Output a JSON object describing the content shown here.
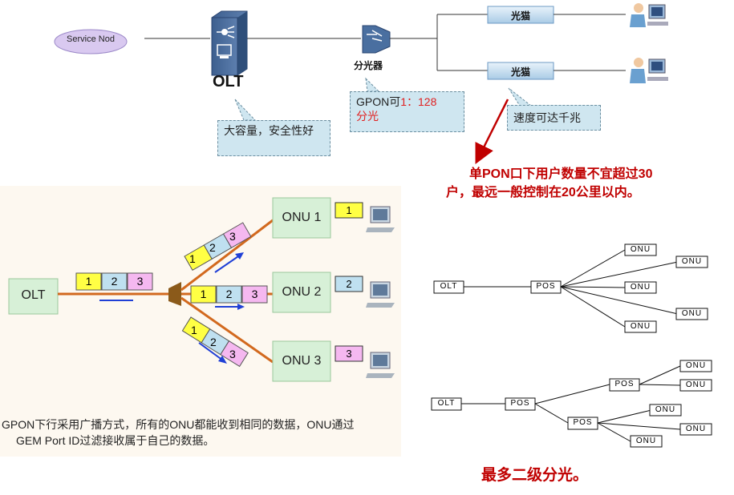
{
  "top": {
    "service_node": "Service Nod",
    "olt_label": "OLT",
    "splitter_label": "分光器",
    "modem_label_1": "光猫",
    "modem_label_2": "光猫",
    "callout_olt": "大容量，安全性好",
    "callout_split_prefix": "GPON可",
    "callout_split_ratio": "1：128",
    "callout_split_suffix": "分光",
    "callout_modem": "速度可达千兆",
    "warning_line1": "单PON口下用户数量不宜超过30",
    "warning_line2": "户，最远一般控制在20公里以内。"
  },
  "broadcast": {
    "olt_label": "OLT",
    "packets": [
      "1",
      "2",
      "3"
    ],
    "onu1": "ONU 1",
    "onu2": "ONU 2",
    "onu3": "ONU 3",
    "received1": "1",
    "received2": "2",
    "received3": "3",
    "caption_line1": "GPON下行采用广播方式，所有的ONU都能收到相同的数据，ONU通过",
    "caption_line2": "GEM Port ID过滤接收属于自己的数据。"
  },
  "topology1": {
    "olt": "OLT",
    "pos": "POS",
    "onus": [
      "ONU",
      "ONU",
      "ONU",
      "ONU",
      "ONU"
    ]
  },
  "topology2": {
    "olt": "OLT",
    "pos_root": "POS",
    "pos_a": "POS",
    "pos_b": "POS",
    "onus": [
      "ONU",
      "ONU",
      "ONU",
      "ONU",
      "ONU"
    ]
  },
  "summary": "最多二级分光。",
  "colors": {
    "callout_bg": "#cfe6f0",
    "fiber": "#d2691e",
    "packet_yellow": "#ffff44",
    "packet_blue": "#bfe0f0",
    "packet_pink": "#f5b8f0",
    "onu_box": "#d7f0d7",
    "warning": "#c00000"
  }
}
